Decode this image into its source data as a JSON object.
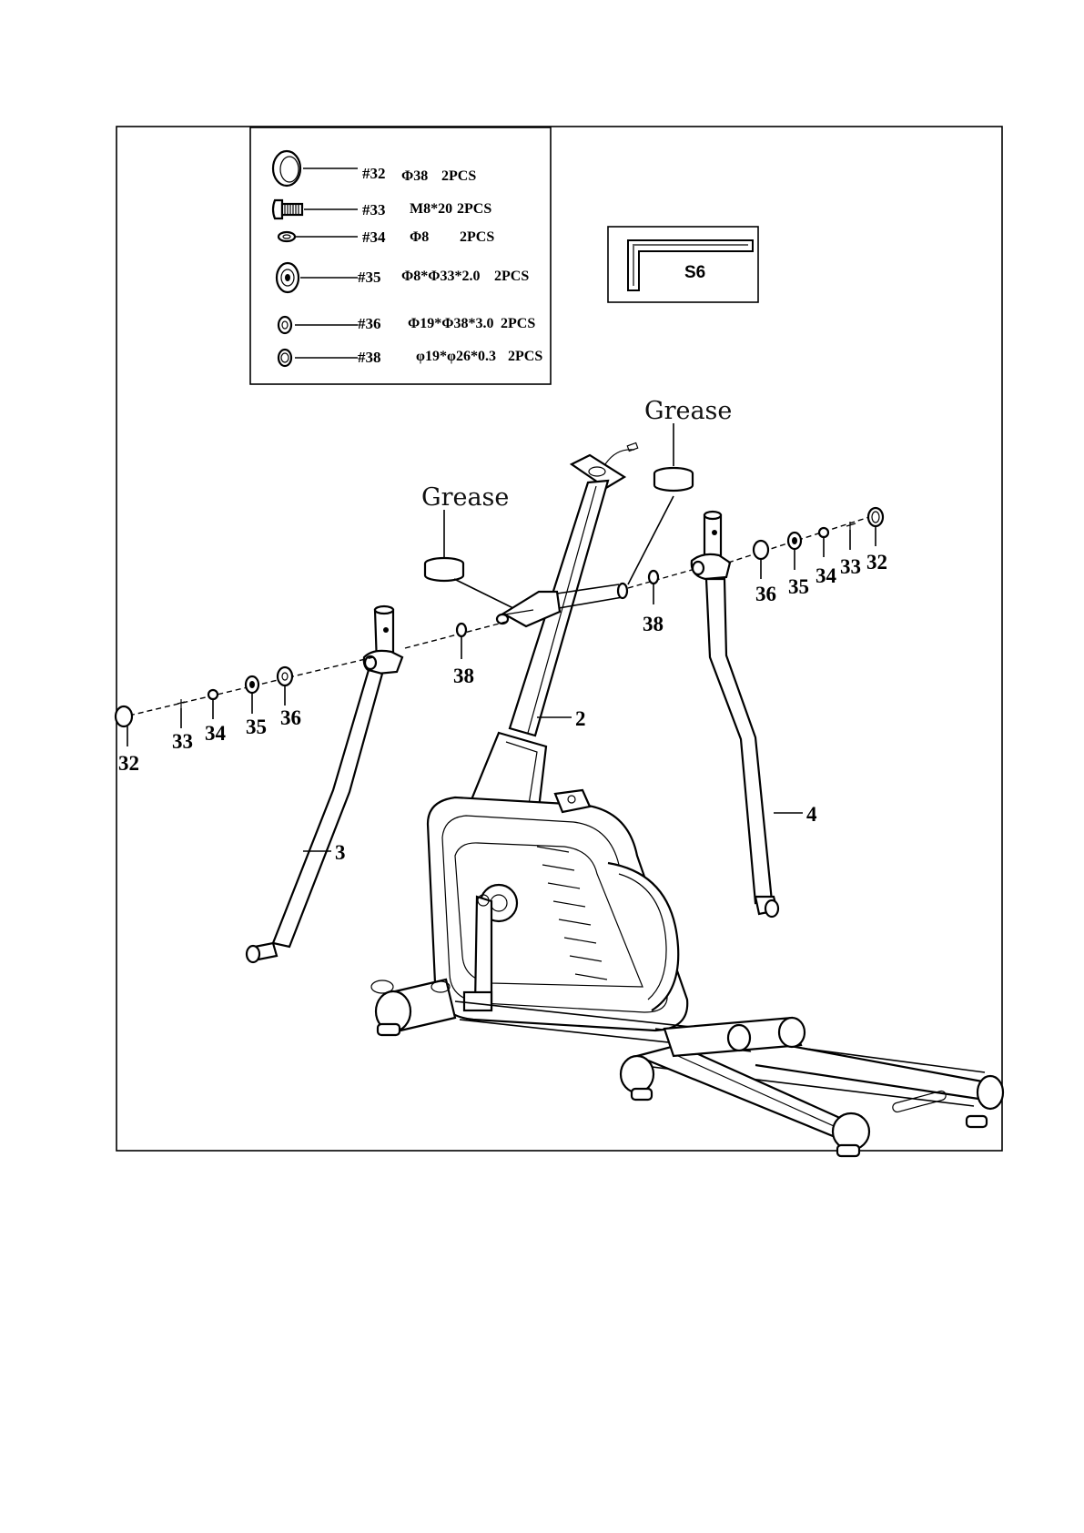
{
  "parts_table": {
    "rows": [
      {
        "id": "#32",
        "spec": "Φ38",
        "qty": "2PCS",
        "icon": "end-cap-icon"
      },
      {
        "id": "#33",
        "spec": "M8*20",
        "qty": "2PCS",
        "icon": "bolt-icon"
      },
      {
        "id": "#34",
        "spec": "Φ8",
        "qty": "2PCS",
        "icon": "spring-washer-icon"
      },
      {
        "id": "#35",
        "spec": "Φ8*Φ33*2.0",
        "qty": "2PCS",
        "icon": "large-washer-icon"
      },
      {
        "id": "#36",
        "spec": "Φ19*Φ38*3.0",
        "qty": "2PCS",
        "icon": "flat-washer-icon"
      },
      {
        "id": "#38",
        "spec": "φ19*φ26*0.3",
        "qty": "2PCS",
        "icon": "thin-washer-icon"
      }
    ]
  },
  "tool": {
    "label": "S6",
    "icon": "allen-key-icon"
  },
  "grease": {
    "label": "Grease"
  },
  "callouts": {
    "left_axle": {
      "c32": "32",
      "c33": "33",
      "c34": "34",
      "c35": "35",
      "c36": "36",
      "c38": "38"
    },
    "right_axle": {
      "c32": "32",
      "c33": "33",
      "c34": "34",
      "c35": "35",
      "c36": "36",
      "c38": "38"
    },
    "main_post": "2",
    "left_arm": "3",
    "right_arm": "4"
  }
}
